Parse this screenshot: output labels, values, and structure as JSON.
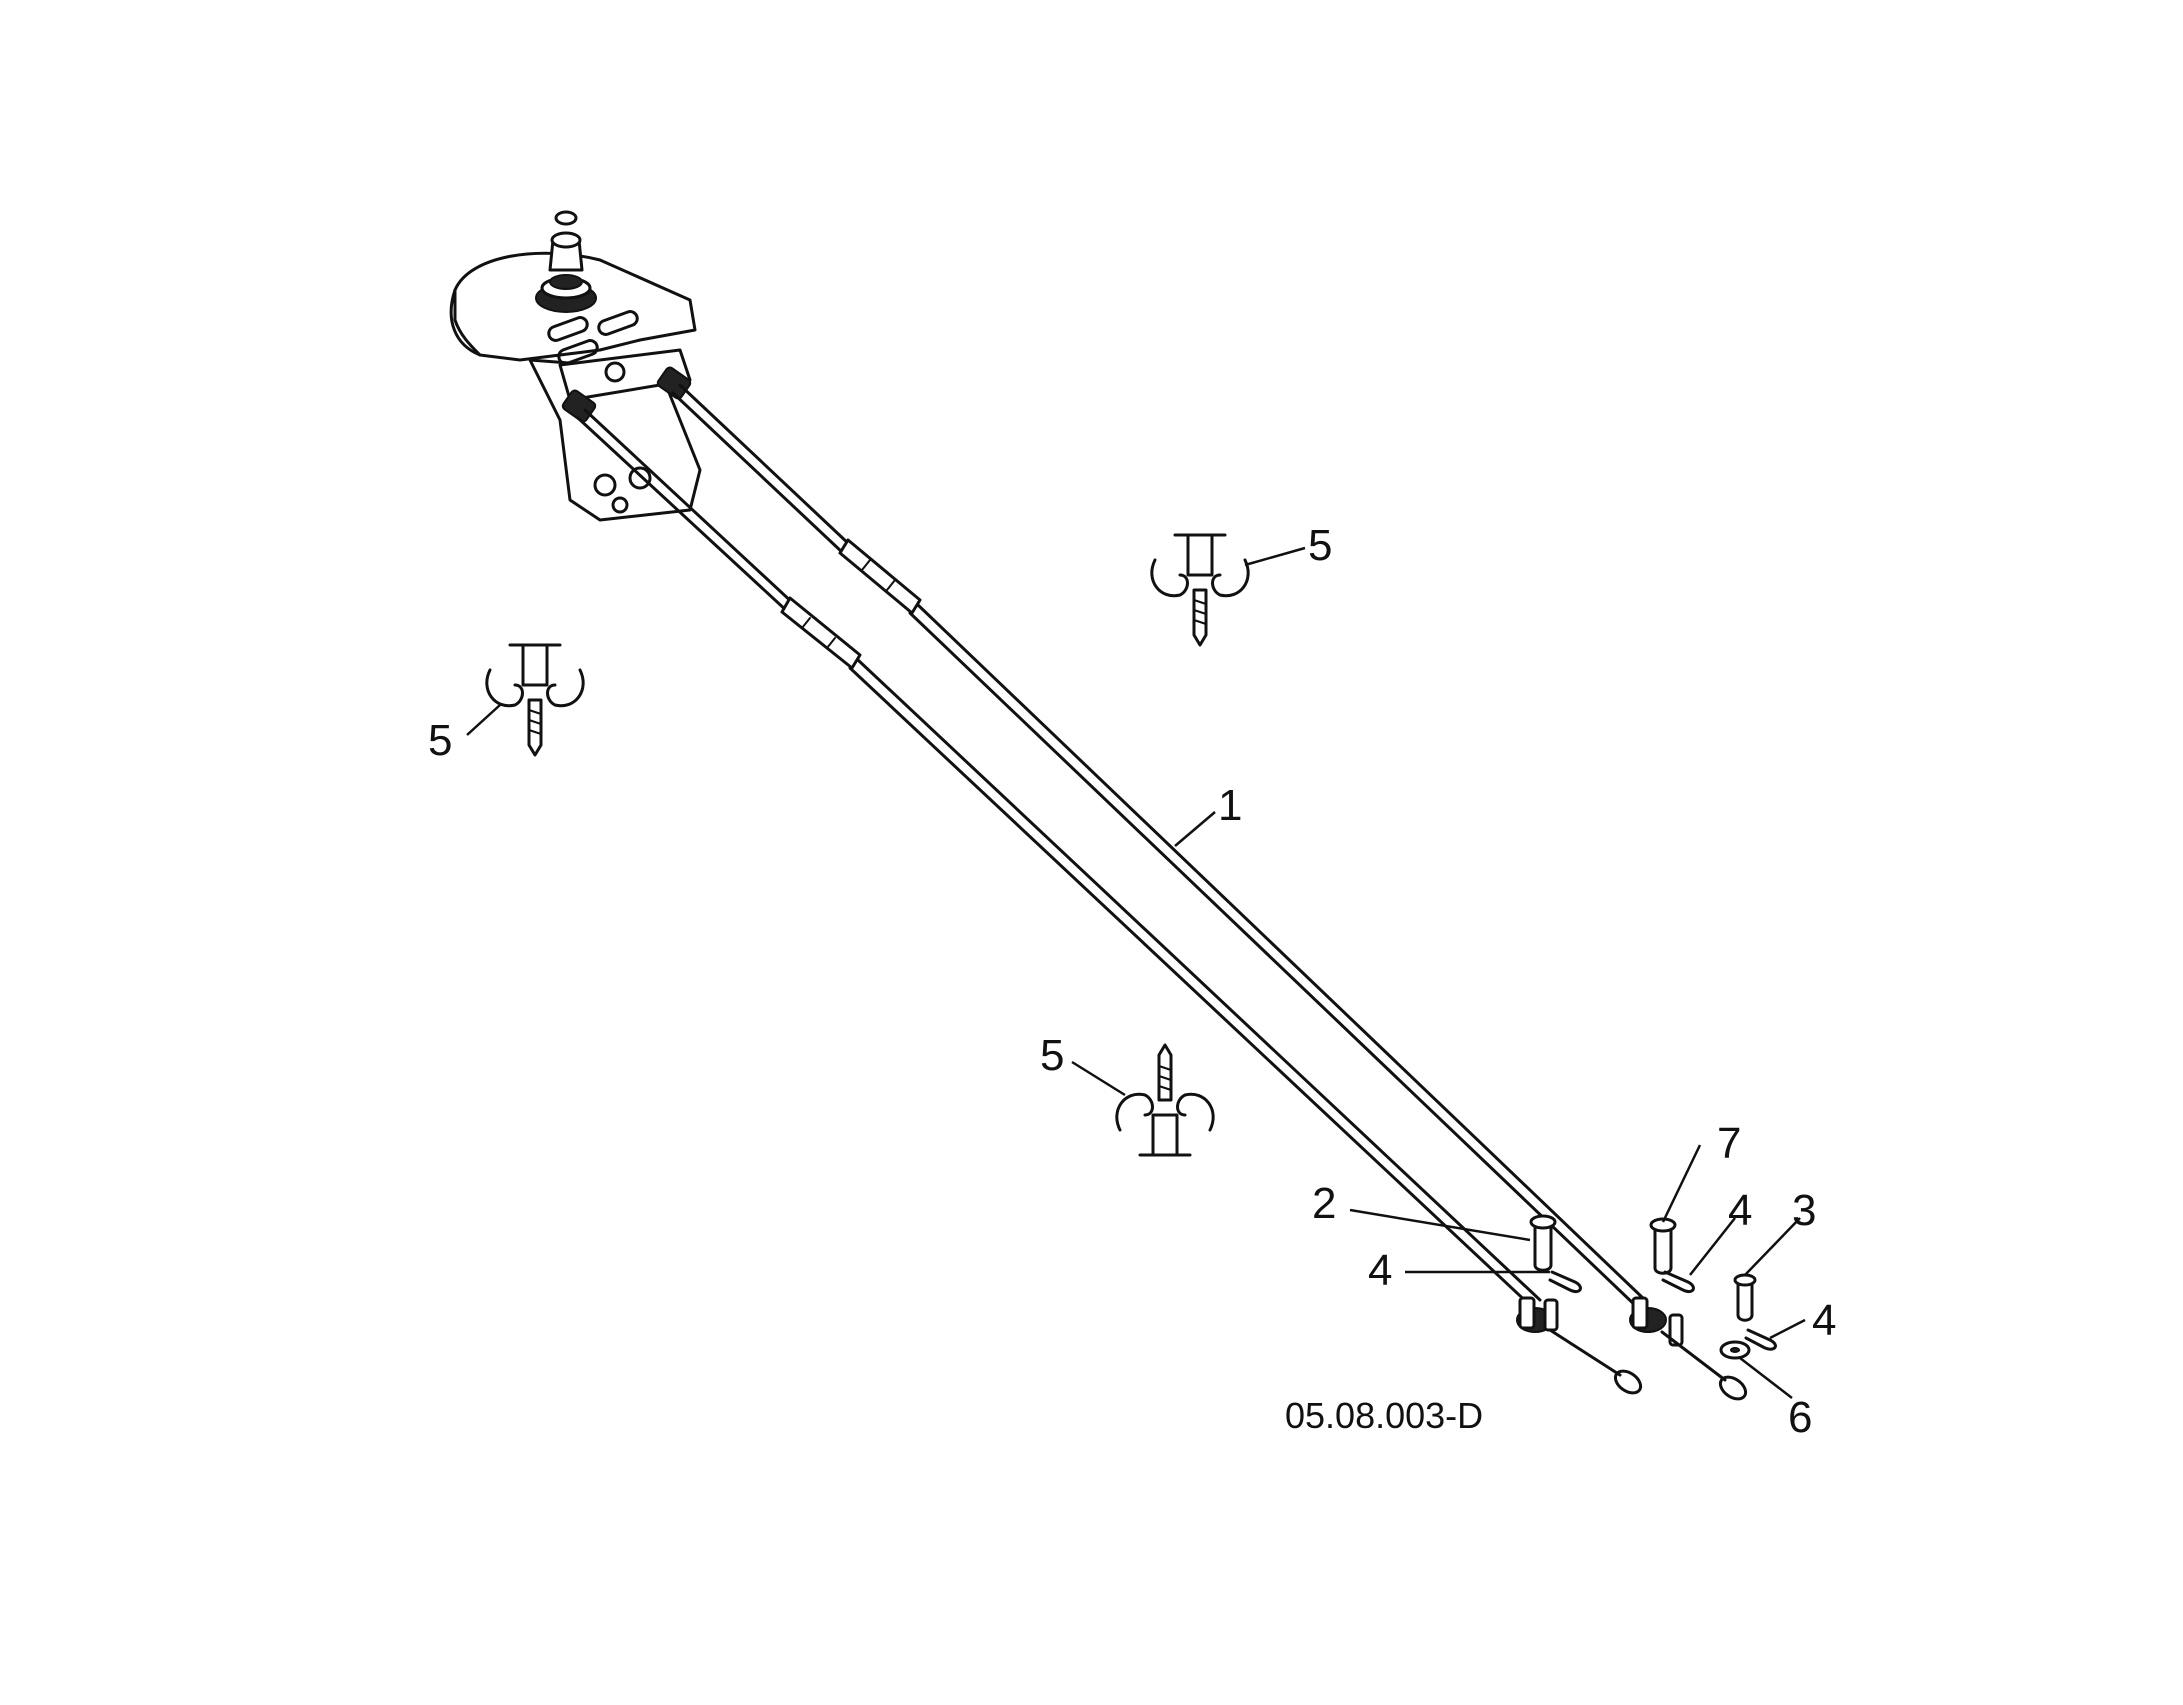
{
  "diagram": {
    "drawing_code": "05.08.003-D",
    "callouts": [
      {
        "id": "c1",
        "label": "1"
      },
      {
        "id": "c2",
        "label": "2"
      },
      {
        "id": "c3",
        "label": "3"
      },
      {
        "id": "c4a",
        "label": "4"
      },
      {
        "id": "c4b",
        "label": "4"
      },
      {
        "id": "c4c",
        "label": "4"
      },
      {
        "id": "c5a",
        "label": "5"
      },
      {
        "id": "c5b",
        "label": "5"
      },
      {
        "id": "c5c",
        "label": "5"
      },
      {
        "id": "c6",
        "label": "6"
      },
      {
        "id": "c7",
        "label": "7"
      }
    ]
  }
}
